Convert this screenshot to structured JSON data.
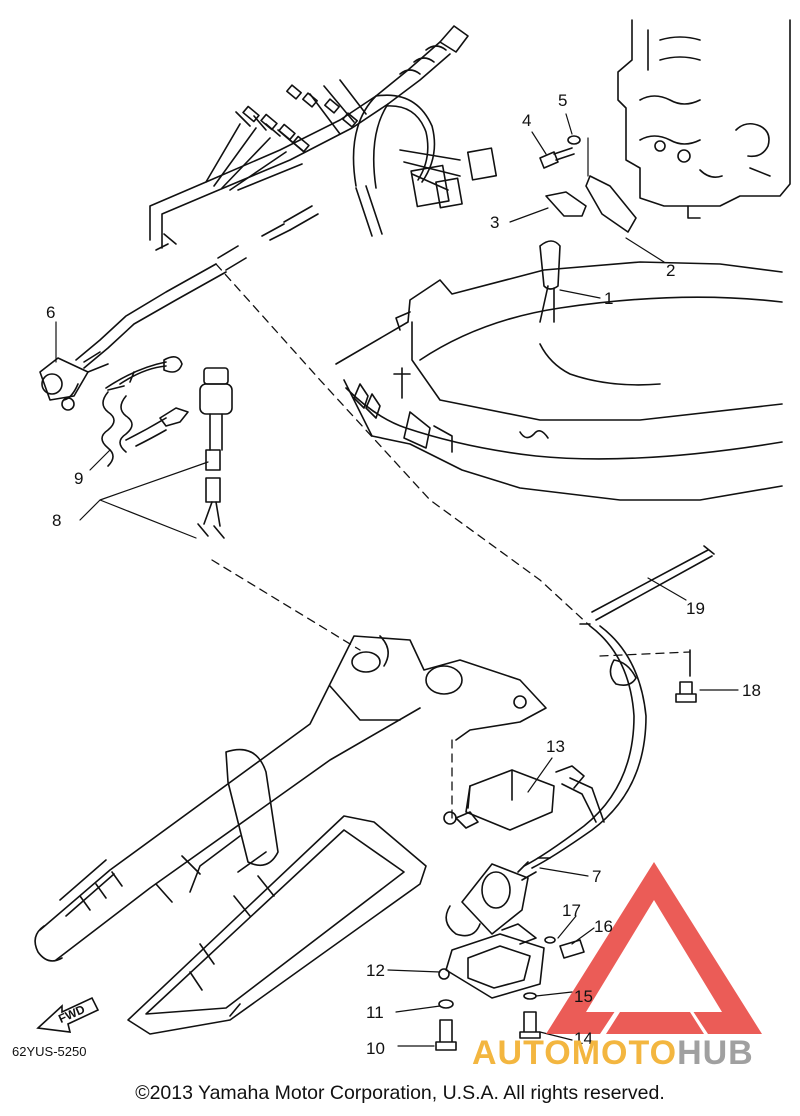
{
  "diagram": {
    "part_labels": [
      "1",
      "2",
      "3",
      "4",
      "5",
      "6",
      "7",
      "8",
      "9",
      "10",
      "11",
      "12",
      "13",
      "14",
      "15",
      "16",
      "17",
      "18",
      "19"
    ],
    "direction_label": "FWD",
    "part_code": "62YUS-5250",
    "copyright": "©2013 Yamaha Motor Corporation, U.S.A. All rights reserved."
  },
  "watermark": {
    "brand_part1": "AUTOMOTO",
    "brand_part2": "HUB",
    "colors": {
      "red": "#e8403a",
      "gold": "#f3b640",
      "gray": "#a0a0a0"
    }
  }
}
